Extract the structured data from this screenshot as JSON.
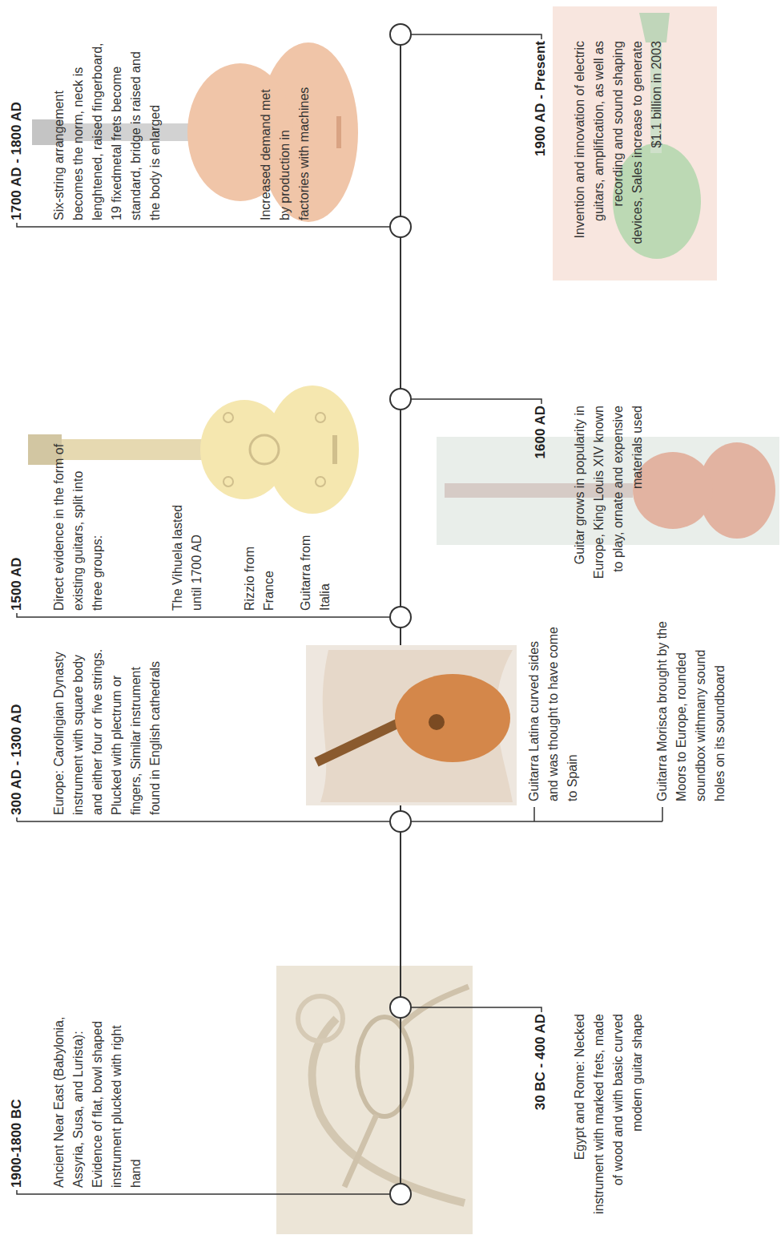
{
  "diagram": {
    "labels": [
      "1900-1800 BC",
      "Ancient Near East (Babylonia, Assyria, Susa, and Lurista): Evidence of flat, bowl shaped instrument plucked with right hand",
      "30 BC - 400 AD",
      "Egypt and Rome: Necked instrument with marked frets, made of wood and with basic curved modern guitar shape",
      "300 AD - 1300 AD",
      "Europe: Carolingian Dynasty instrument with square body and either four or five strings. Plucked with plectrum or fingers, Similar instrument found in English cathedrals",
      "Guitarra Latina curved sides and was thought to have come to Spain",
      "Guitarra Morisca brought by the Moors to Europe, rounded soundbox withmany sound holes on its soundboard",
      "1500 AD",
      "Direct evidence in the form of existing guitars, split into three groups:",
      "The Vihuela lasted until 1700 AD",
      "Rizzio from France",
      "Guitarra from Italia",
      "1600 AD",
      "Guitar grows in popularity in Europe, King Louis XIV known to play, ornate and expensive materials used",
      "1700 AD - 1800 AD",
      "Six-string arrangement becomes the norm, neck is lenghtened, raised fingerboard, 19 fixedmetal frets become standard, bridge is raised and the body is enlarged",
      "Increased demand met by production in factories with machines",
      "1900 AD - Present",
      "Invention and innovation of electric guitars, amplification, as well as recording and sound shaping devices, Sales increase to generate $1.1 billion in 2003"
    ]
  }
}
